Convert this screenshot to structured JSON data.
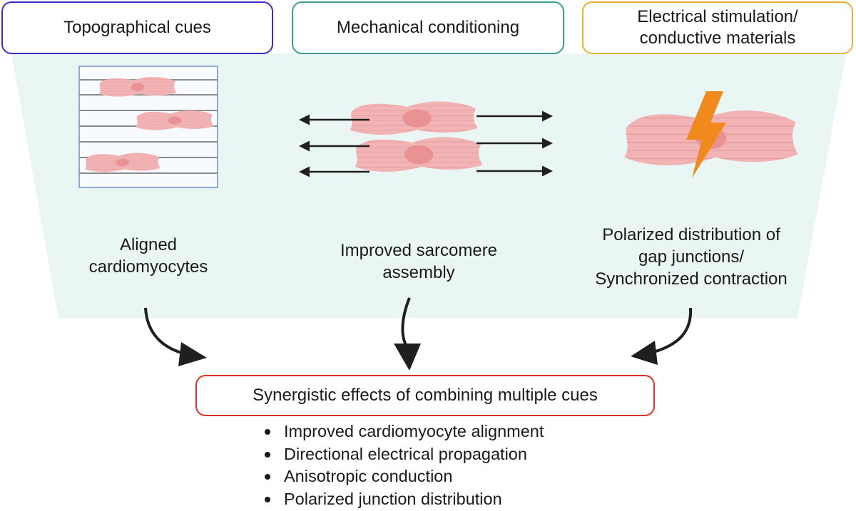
{
  "cues": {
    "topographical": {
      "label": "Topographical cues",
      "color": "#3a2fc4"
    },
    "mechanical": {
      "label": "Mechanical conditioning",
      "color": "#3a9e92"
    },
    "electrical": {
      "label_line1": "Electrical stimulation/",
      "label_line2": "conductive materials",
      "color": "#e8b230"
    }
  },
  "effects": {
    "aligned": {
      "line1": "Aligned",
      "line2": "cardiomyocytes"
    },
    "sarcomere": {
      "line1": "Improved sarcomere",
      "line2": "assembly"
    },
    "gap": {
      "line1": "Polarized distribution of",
      "line2": "gap junctions/",
      "line3": "Synchronized contraction"
    }
  },
  "synergy": {
    "title": "Synergistic effects of combining multiple cues",
    "color": "#e0302a",
    "bullets": [
      "Improved cardiomyocyte alignment",
      "Directional electrical propagation",
      "Anisotropic conduction",
      "Polarized junction distribution"
    ]
  },
  "colors": {
    "panel_bg": "#eaf6f3",
    "cell_fill": "#f2b3b5",
    "cell_nucleus": "#e89294",
    "grid_line": "#8c8c8c",
    "grid_border": "#8fa8d4",
    "lightning": "#f08a1c",
    "arrow": "#1f1f1f"
  },
  "icons": {
    "grid": "topography-grid-icon",
    "stretch": "stretch-arrows-icon",
    "lightning": "lightning-bolt-icon",
    "flow_arrow": "curved-arrow-icon"
  }
}
